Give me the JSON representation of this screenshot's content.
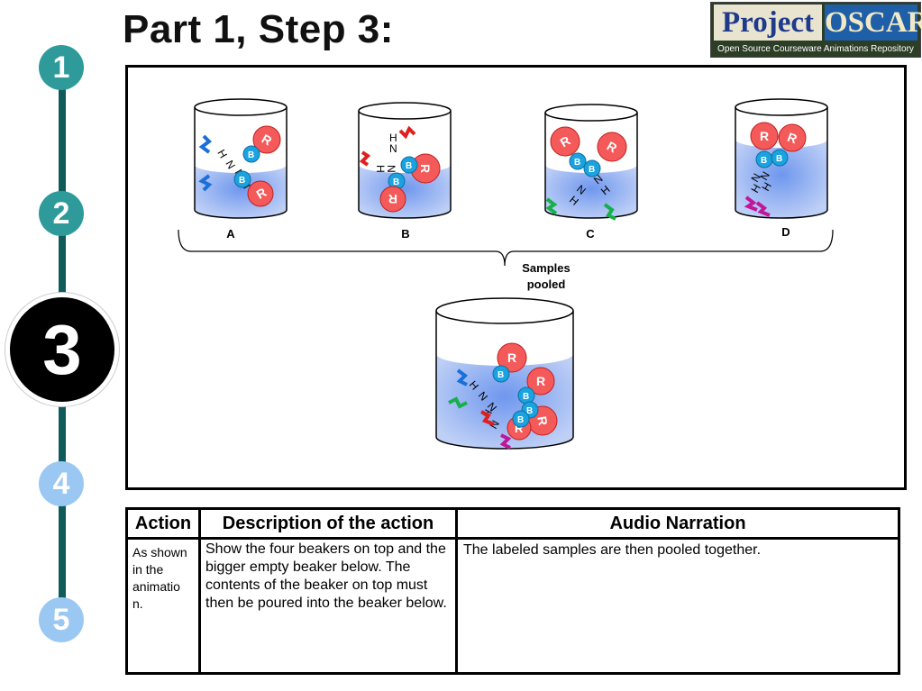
{
  "header": {
    "title": "Part 1, Step 3:",
    "logo": {
      "word1": "Project",
      "word2": "OSCAR",
      "tagline": "Open Source Courseware Animations Repository"
    }
  },
  "steps": [
    {
      "label": "1",
      "state": "done"
    },
    {
      "label": "2",
      "state": "done"
    },
    {
      "label": "3",
      "state": "current"
    },
    {
      "label": "4",
      "state": "upcoming"
    },
    {
      "label": "5",
      "state": "upcoming"
    }
  ],
  "figure": {
    "beakers": [
      "A",
      "B",
      "C",
      "D"
    ],
    "pool_label_line1": "Samples",
    "pool_label_line2": "pooled",
    "molecule_text": {
      "R": "R",
      "B": "B",
      "N": "N",
      "H": "H"
    },
    "colors": {
      "liquid": "#a9c2f3",
      "r_bead": "#f45a5a",
      "b_bead": "#1aa3e0",
      "tag_blue": "#1a6fd8",
      "tag_red": "#e01f1f",
      "tag_green": "#16b04a",
      "tag_magenta": "#c0179a"
    }
  },
  "table": {
    "headers": {
      "action": "Action",
      "description": "Description of the action",
      "narration": "Audio Narration"
    },
    "row": {
      "action": "As shown in the animatio n.",
      "description": "Show the four beakers on top and the bigger empty beaker below. The contents of the beaker on top must then be poured into the beaker below.",
      "narration": "The labeled samples are then pooled together."
    }
  }
}
